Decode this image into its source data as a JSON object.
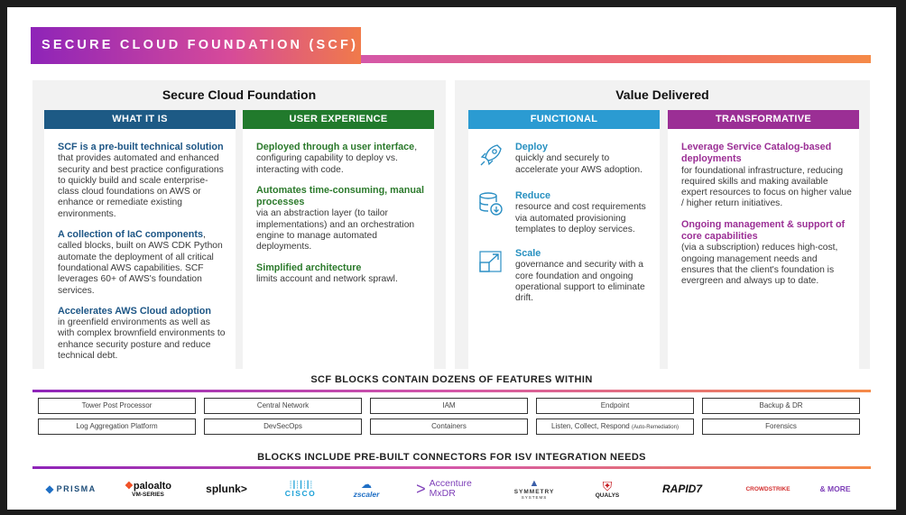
{
  "title": "SECURE CLOUD FOUNDATION (SCF)",
  "left_panel": {
    "heading": "Secure Cloud Foundation",
    "what_it_is": {
      "header": "WHAT IT IS",
      "items": [
        {
          "hd": "SCF is a pre-built technical solution",
          "body": "that provides automated and enhanced security and best practice configurations to quickly build and scale enterprise-class cloud foundations on AWS or enhance or remediate existing environments."
        },
        {
          "hd": "A collection of IaC components",
          "body": ", called blocks, built on AWS CDK Python automate the deployment of all critical foundational AWS capabilities. SCF leverages 60+ of AWS's foundation services."
        },
        {
          "hd": "Accelerates AWS Cloud adoption",
          "body": "in greenfield environments as well as with complex brownfield environments to enhance security posture and reduce technical debt."
        }
      ]
    },
    "user_experience": {
      "header": "USER EXPERIENCE",
      "items": [
        {
          "hd": "Deployed through a user interface",
          "body": ", configuring capability to deploy vs. interacting with code."
        },
        {
          "hd": "Automates time-consuming, manual processes",
          "body": "via an abstraction layer (to tailor implementations) and an orchestration engine to manage automated deployments."
        },
        {
          "hd": "Simplified architecture",
          "body": "limits account and network sprawl."
        }
      ]
    }
  },
  "right_panel": {
    "heading": "Value Delivered",
    "functional": {
      "header": "FUNCTIONAL",
      "items": [
        {
          "icon": "rocket-icon",
          "hd": "Deploy",
          "body": "quickly and securely to accelerate your AWS adoption."
        },
        {
          "icon": "database-icon",
          "hd": "Reduce",
          "body": "resource and cost requirements via automated provisioning templates to deploy services."
        },
        {
          "icon": "scale-icon",
          "hd": "Scale",
          "body": "governance and security with a core foundation and ongoing operational support to eliminate drift."
        }
      ]
    },
    "transformative": {
      "header": "TRANSFORMATIVE",
      "items": [
        {
          "hd": "Leverage Service Catalog-based deployments",
          "body": "for foundational infrastructure, reducing required skills and making available expert resources to focus on higher value / higher return initiatives."
        },
        {
          "hd": "Ongoing management & support of core capabilities",
          "body": "(via a subscription) reduces high-cost, ongoing management needs and ensures that the client's foundation is evergreen and always up to date."
        }
      ]
    }
  },
  "features": {
    "heading": "SCF BLOCKS CONTAIN DOZENS OF FEATURES WITHIN",
    "row1": [
      "Tower Post Processor",
      "Central Network",
      "IAM",
      "Endpoint",
      "Backup & DR"
    ],
    "row2": [
      "Log Aggregation Platform",
      "DevSecOps",
      "Containers",
      "Listen, Collect, Respond",
      "Forensics"
    ],
    "row2_note": "(Auto-Remediation)"
  },
  "connectors": {
    "heading": "BLOCKS INCLUDE PRE-BUILT CONNECTORS FOR ISV INTEGRATION NEEDS",
    "logos": [
      {
        "name": "prisma",
        "text": "PRISMA",
        "color": "#1f4e79"
      },
      {
        "name": "paloalto",
        "text": "paloalto",
        "sub": "VM-SERIES",
        "color": "#111111"
      },
      {
        "name": "splunk",
        "text": "splunk>",
        "color": "#111111"
      },
      {
        "name": "cisco",
        "text": "CISCO",
        "color": "#1ba0d7"
      },
      {
        "name": "zscaler",
        "text": "zscaler",
        "color": "#1f6fc5"
      },
      {
        "name": "accenture",
        "text": "Accenture",
        "sub": "MxDR",
        "color": "#7e3fb8"
      },
      {
        "name": "symmetry",
        "text": "SYMMETRY",
        "sub": "SYSTEMS",
        "color": "#333333"
      },
      {
        "name": "qualys",
        "text": "QUALYS",
        "color": "#c4161c"
      },
      {
        "name": "rapid7",
        "text": "RAPID7",
        "color": "#111111"
      },
      {
        "name": "crowdstrike",
        "text": "CROWDSTRIKE",
        "color": "#d32f2f"
      },
      {
        "name": "more",
        "text": "& MORE",
        "color": "#7e3fb8"
      }
    ]
  },
  "colors": {
    "what_it_is": "#1d5a85",
    "user_experience": "#217a2c",
    "functional": "#2b9bd2",
    "transformative": "#9b2f95"
  }
}
